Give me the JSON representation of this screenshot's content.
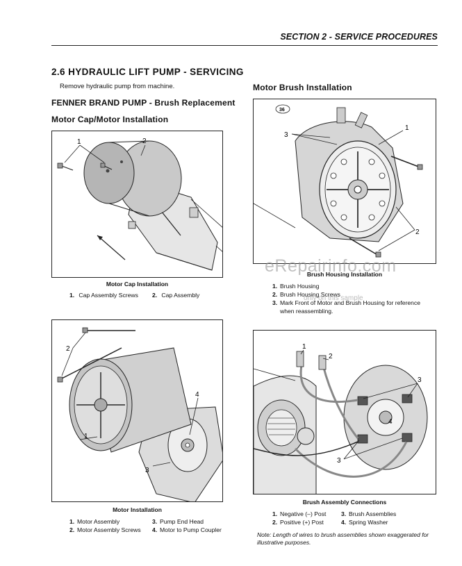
{
  "header": {
    "section_title": "SECTION 2 - SERVICE PROCEDURES"
  },
  "main": {
    "section_heading": "2.6  HYDRAULIC LIFT PUMP - SERVICING",
    "intro": "Remove hydraulic pump from machine.",
    "subheading_brand": "FENNER BRAND PUMP - Brush Replacement",
    "subheading_cap": "Motor Cap/Motor Installation",
    "subheading_brush": "Motor Brush Installation"
  },
  "figures": {
    "cap_install": {
      "caption": "Motor Cap Installation",
      "callouts": [
        "1",
        "2"
      ],
      "legend": [
        {
          "num": "1.",
          "text": "Cap Assembly Screws"
        },
        {
          "num": "2.",
          "text": "Cap Assembly"
        }
      ]
    },
    "brush_housing": {
      "caption": "Brush Housing Installation",
      "stamp": "36",
      "callouts": [
        "3",
        "1",
        "2"
      ],
      "legend": [
        {
          "num": "1.",
          "text": "Brush Housing"
        },
        {
          "num": "2.",
          "text": "Brush Housing Screws"
        },
        {
          "num": "3.",
          "text": "Mark Front of Motor and Brush Housing for reference",
          "text2": "when reassembling."
        }
      ]
    },
    "motor_install": {
      "caption": "Motor Installation",
      "callouts": [
        "2",
        "4",
        "1",
        "3"
      ],
      "legend": [
        {
          "num": "1.",
          "text": "Motor Assembly"
        },
        {
          "num": "2.",
          "text": "Motor Assembly Screws"
        },
        {
          "num": "3.",
          "text": "Pump End Head"
        },
        {
          "num": "4.",
          "text": "Motor to Pump Coupler"
        }
      ]
    },
    "brush_connections": {
      "caption": "Brush Assembly Connections",
      "callouts": [
        "1",
        "2",
        "3",
        "4",
        "3"
      ],
      "legend": [
        {
          "num": "1.",
          "text": "Negative (–) Post"
        },
        {
          "num": "2.",
          "text": "Positive (+) Post"
        },
        {
          "num": "3.",
          "text": "Brush Assemblies"
        },
        {
          "num": "4.",
          "text": "Spring Washer"
        }
      ]
    }
  },
  "note": "Note:  Length of wires to brush assemblies shown exaggerated for illustrative purposes.",
  "watermark": {
    "main": "eRepairinfo.com",
    "sub": "only on this sample"
  }
}
